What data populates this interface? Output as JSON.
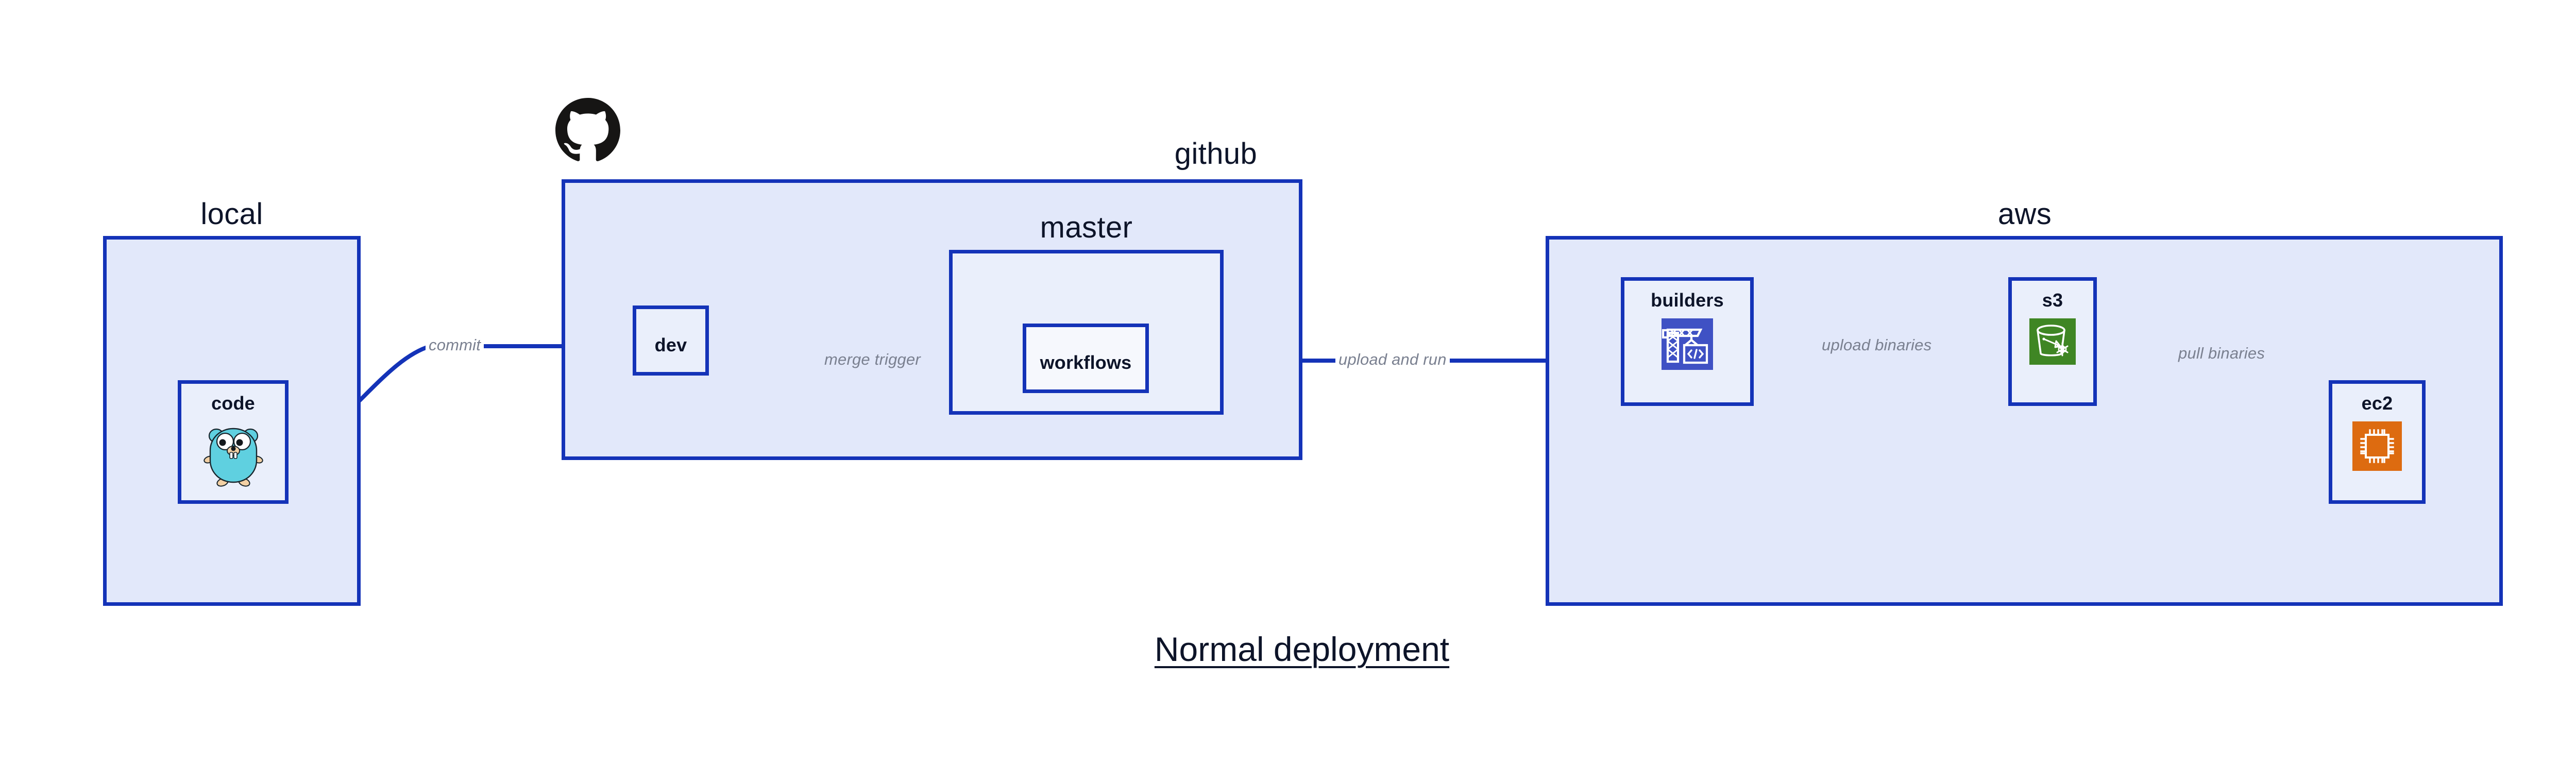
{
  "diagram": {
    "title": "Normal deployment",
    "background": "#ffffff",
    "accent_border": "#1433b8",
    "group_fill": "#e2e8fa",
    "node_fill": "#eaeffb",
    "edge_label_color": "#7a8090",
    "text_color": "#0d1429"
  },
  "groups": [
    {
      "id": "local",
      "label": "local"
    },
    {
      "id": "github",
      "label": "github"
    },
    {
      "id": "master",
      "label": "master"
    },
    {
      "id": "aws",
      "label": "aws"
    }
  ],
  "nodes": [
    {
      "id": "code",
      "label": "code",
      "icon": "go-gopher-icon"
    },
    {
      "id": "dev",
      "label": "dev",
      "icon": "none"
    },
    {
      "id": "workflows",
      "label": "workflows",
      "icon": "none"
    },
    {
      "id": "builders",
      "label": "builders",
      "icon": "aws-codebuild-icon",
      "icon_color": "#3f51c4"
    },
    {
      "id": "s3",
      "label": "s3",
      "icon": "aws-s3-glacier-bucket-icon",
      "icon_color": "#3f8624"
    },
    {
      "id": "ec2",
      "label": "ec2",
      "icon": "aws-ec2-chip-icon",
      "icon_color": "#dd6b10"
    }
  ],
  "logos": [
    {
      "id": "github-octocat",
      "name": "github-octocat-logo",
      "color": "#161514"
    }
  ],
  "edges": [
    {
      "id": "commit",
      "label": "commit",
      "from": "code",
      "to": "dev"
    },
    {
      "id": "merge-trigger",
      "label": "merge trigger",
      "from": "dev",
      "to": "workflows"
    },
    {
      "id": "upload-and-run",
      "label": "upload and run",
      "from": "workflows",
      "to": "builders"
    },
    {
      "id": "upload-binaries",
      "label": "upload binaries",
      "from": "builders",
      "to": "s3"
    },
    {
      "id": "pull-binaries",
      "label": "pull binaries",
      "from": "s3",
      "to": "ec2"
    }
  ]
}
